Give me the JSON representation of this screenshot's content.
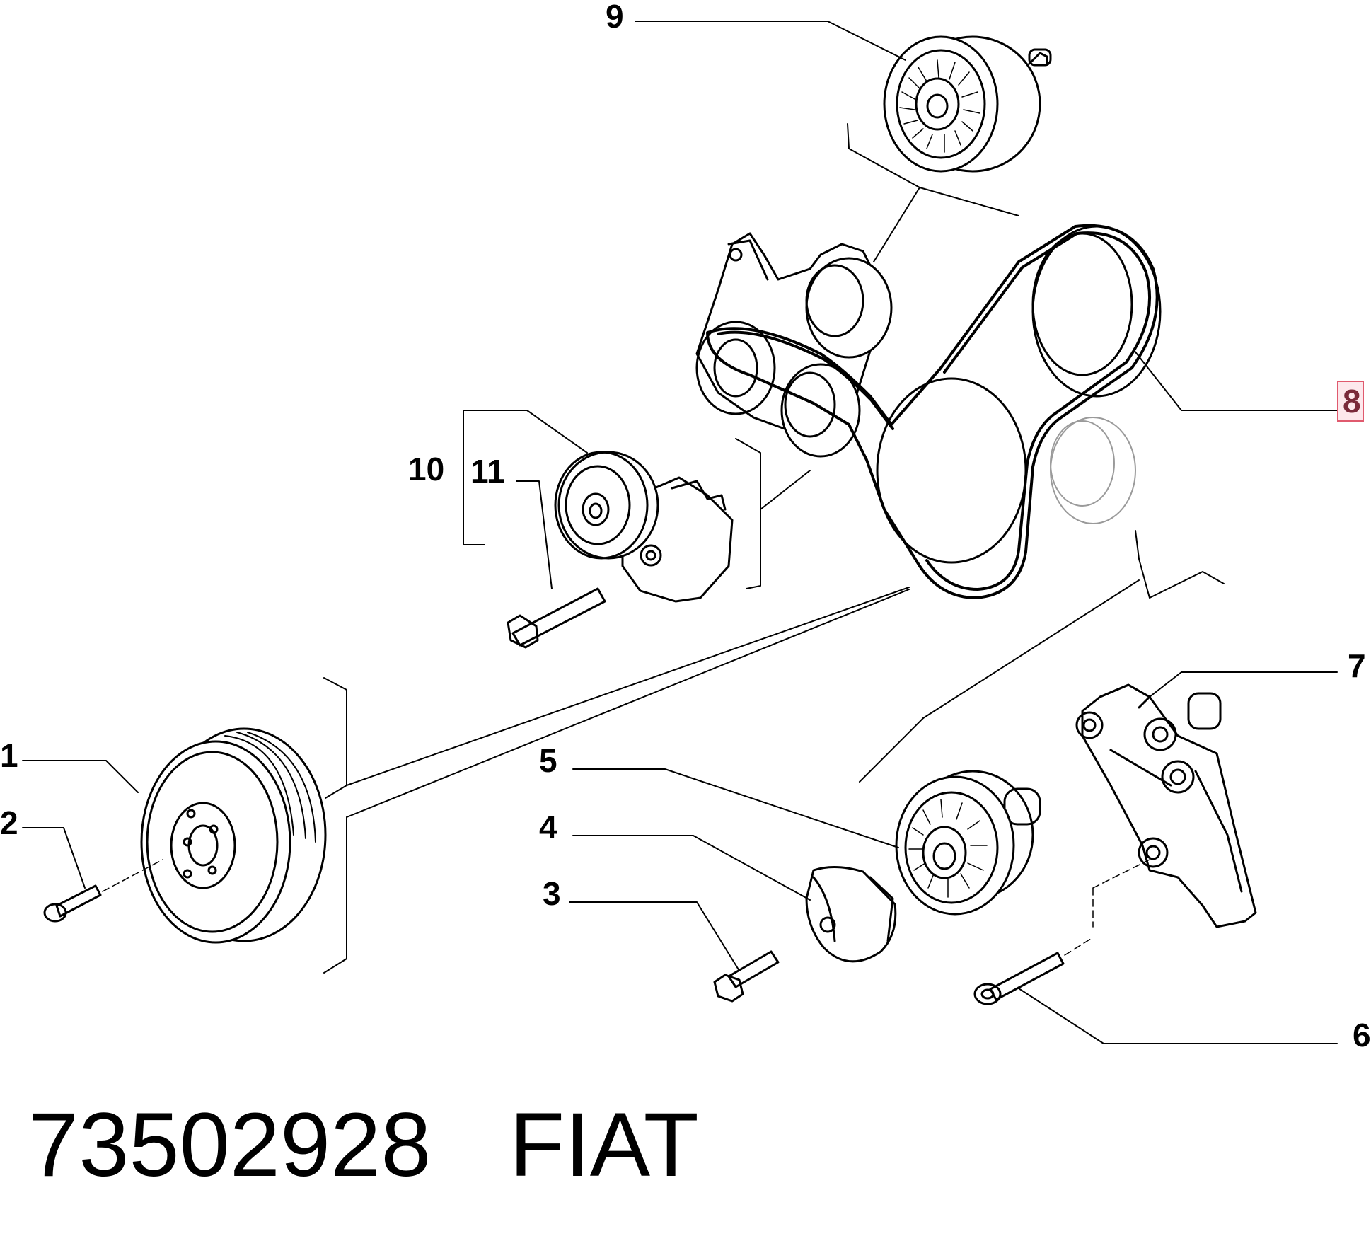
{
  "callouts": {
    "c1": "1",
    "c2": "2",
    "c3": "3",
    "c4": "4",
    "c5": "5",
    "c6": "6",
    "c7": "7",
    "c8": "8",
    "c9": "9",
    "c10": "10",
    "c11": "11"
  },
  "highlighted_callout": "8",
  "footer": {
    "part_number": "73502928",
    "brand": "FIAT"
  },
  "colors": {
    "line": "#000000",
    "highlight_border": "#e05a6e",
    "highlight_fill": "#fde8ec",
    "belt_gray": "#9a9a9a"
  }
}
